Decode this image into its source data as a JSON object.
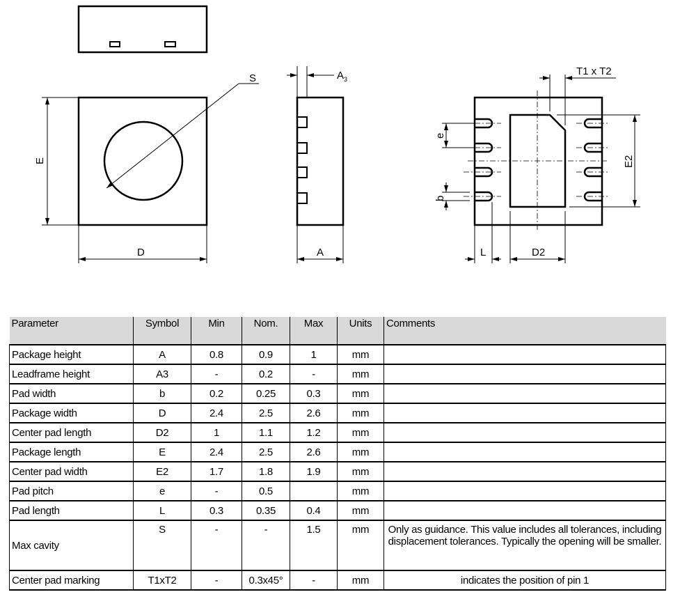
{
  "drawing": {
    "labels": {
      "S": "S",
      "A3": "A",
      "A3_sub": "3",
      "E": "E",
      "D": "D",
      "A": "A",
      "T1T2": "T1 x T2",
      "e": "e",
      "b": "b",
      "E2": "E2",
      "L": "L",
      "D2": "D2"
    }
  },
  "table": {
    "headers": [
      "Parameter",
      "Symbol",
      "Min",
      "Nom.",
      "Max",
      "Units",
      "Comments"
    ],
    "rows": [
      [
        "Package  height",
        "A",
        "0.8",
        "0.9",
        "1",
        "mm",
        ""
      ],
      [
        "Leadframe  height",
        "A3",
        "-",
        "0.2",
        "-",
        "mm",
        ""
      ],
      [
        "Pad width",
        "b",
        "0.2",
        "0.25",
        "0.3",
        "mm",
        ""
      ],
      [
        "Package  width",
        "D",
        "2.4",
        "2.5",
        "2.6",
        "mm",
        ""
      ],
      [
        "Center pad length",
        "D2",
        "1",
        "1.1",
        "1.2",
        "mm",
        ""
      ],
      [
        "Package  length",
        "E",
        "2.4",
        "2.5",
        "2.6",
        "mm",
        ""
      ],
      [
        "Center pad width",
        "E2",
        "1.7",
        "1.8",
        "1.9",
        "mm",
        ""
      ],
      [
        "Pad pitch",
        "e",
        "-",
        "0.5",
        "",
        "mm",
        ""
      ],
      [
        "Pad length",
        "L",
        "0.3",
        "0.35",
        "0.4",
        "mm",
        ""
      ],
      [
        "Max cavity",
        "S",
        "-",
        "-",
        "1.5",
        "mm",
        "Only as guidance. This value includes all tolerances, including displacement  tolerances. Typically the opening will be smaller."
      ],
      [
        "Center pad marking",
        "T1xT2",
        "-",
        "0.3x45°",
        "-",
        "mm",
        "indicates  the  position  of pin 1"
      ]
    ]
  }
}
